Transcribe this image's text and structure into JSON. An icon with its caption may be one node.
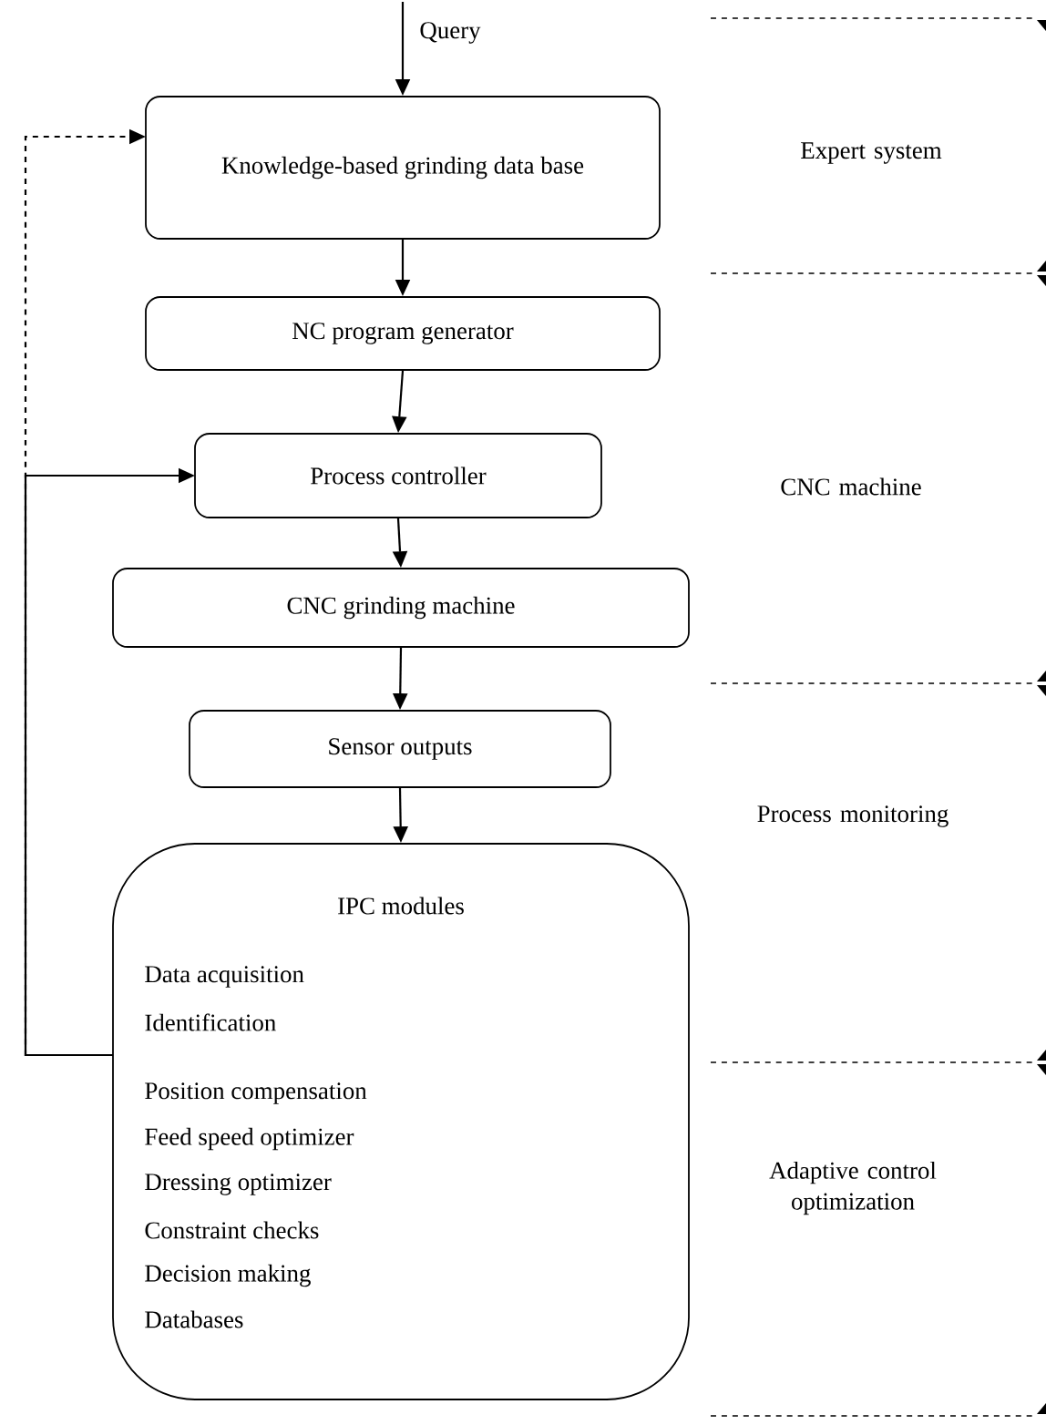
{
  "diagram": {
    "nodes": [
      {
        "text": [
          "Knowledge-based grinding data base"
        ]
      },
      {
        "text": [
          "NC program generator"
        ]
      },
      {
        "text": [
          "Process controller"
        ]
      },
      {
        "text": [
          "CNC grinding machine"
        ]
      },
      {
        "text": [
          "Sensor outputs"
        ]
      },
      {
        "text": [
          "IPC modules",
          "Data acquisition",
          "Identification",
          "Position compensation",
          "Feed speed optimizer",
          "Dressing optimizer",
          "Constraint checks",
          "Decision making",
          "Databases"
        ]
      }
    ],
    "edges": [
      {
        "from": null,
        "to": 0,
        "arrow": "to",
        "label": "Query"
      },
      {
        "from": 0,
        "to": 1,
        "arrow": "to"
      },
      {
        "from": 1,
        "to": 2,
        "arrow": "to"
      },
      {
        "from": 2,
        "to": 3,
        "arrow": "to"
      },
      {
        "from": 3,
        "to": 4,
        "arrow": "to"
      },
      {
        "from": 4,
        "to": 5,
        "arrow": "to"
      },
      {
        "from": 5,
        "to": 2,
        "arrow": "to"
      },
      {
        "from": 5,
        "to": 0,
        "arrow": "to",
        "style": "dashed"
      }
    ],
    "labels": [
      "Expert system",
      "CNC machine",
      "Process monitoring",
      "Adaptive control optimization"
    ]
  }
}
